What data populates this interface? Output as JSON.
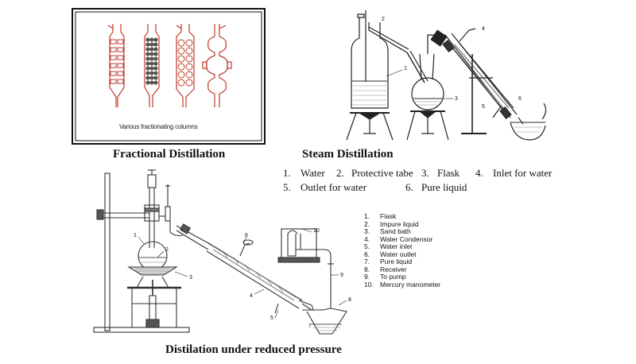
{
  "fractional": {
    "caption_inner": "Various fractionating columns",
    "title": "Fractional Distillation"
  },
  "steam": {
    "title": "Steam Distillation",
    "legend": [
      {
        "num": "1.",
        "text": "Water"
      },
      {
        "num": "2.",
        "text": "Protective tabe"
      },
      {
        "num": "3.",
        "text": "Flask"
      },
      {
        "num": "4.",
        "text": "Inlet for water"
      },
      {
        "num": "5.",
        "text": "Outlet for water"
      },
      {
        "num": "6.",
        "text": "Pure liquid"
      }
    ]
  },
  "reduced": {
    "title": "Distilation under reduced pressure",
    "legend": [
      {
        "num": "1.",
        "text": "Flask"
      },
      {
        "num": "2.",
        "text": "Impure liquid"
      },
      {
        "num": "3.",
        "text": "Sand bath"
      },
      {
        "num": "4.",
        "text": "Water Condensor"
      },
      {
        "num": "5.",
        "text": "Water inlet"
      },
      {
        "num": "6.",
        "text": "Water outlet"
      },
      {
        "num": "7.",
        "text": "Pure liquid"
      },
      {
        "num": "8.",
        "text": "Receiver"
      },
      {
        "num": "9.",
        "text": "To pump"
      },
      {
        "num": "10.",
        "text": "Mercury manometer"
      }
    ],
    "callouts": [
      "1",
      "2",
      "3",
      "4",
      "5",
      "6",
      "7",
      "8",
      "9",
      "10"
    ]
  }
}
